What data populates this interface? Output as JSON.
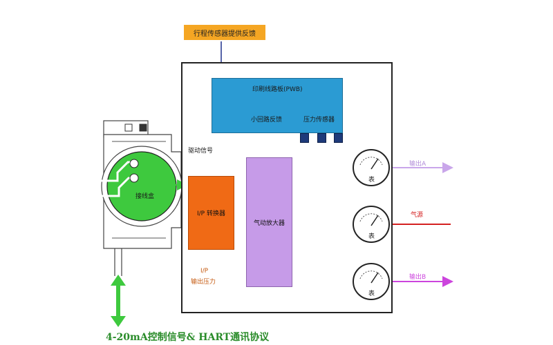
{
  "diagram": {
    "feedback_banner": "行程传感器提供反馈",
    "pwb_title": "印刷线路板(PWB)",
    "pwb_loop_feedback": "小回路反馈",
    "pwb_pressure_sensor": "压力传感器",
    "drive_signal": "驱动信号",
    "terminal_label": "接线盒",
    "ip_converter": "I/P 转换器",
    "ip_output_line1": "I/P",
    "ip_output_line2": "输出压力",
    "pneumatic_amp": "气动放大器",
    "output_a": "输出A",
    "air_supply": "气源",
    "output_b": "输出B",
    "gauge_label": "表",
    "bottom_caption": "4-20mA控制信号& HART通讯协议"
  },
  "colors": {
    "pwb": "#2b9bd3",
    "ip": "#f06a15",
    "amp": "#c69be8",
    "banner": "#f5a623",
    "terminal": "#3ec93e",
    "arrow_purple": "#cc44dd",
    "arrow_red": "#d42020",
    "arrow_green": "#3ec93e",
    "arrow_orange": "#e07a2a",
    "arrow_blue": "#3a8fd0"
  }
}
